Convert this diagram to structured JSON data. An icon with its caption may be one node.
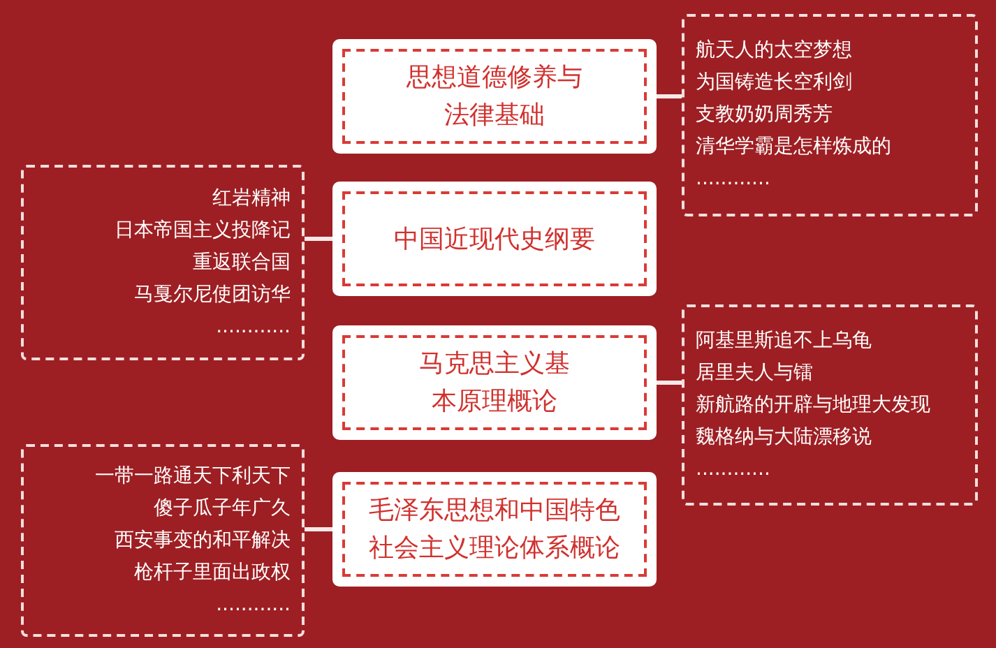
{
  "diagram": {
    "nodes": [
      {
        "text": [
          "思想道德修养与法律基础"
        ]
      },
      {
        "text": [
          "航天人的太空梦想",
          "为国铸造长空利剑",
          "支教奶奶周秀芳",
          "清华学霸是怎样炼成的",
          "............"
        ]
      },
      {
        "text": [
          "红岩精神",
          "日本帝国主义投降记",
          "重返联合国",
          "马戛尔尼使团访华",
          "............"
        ]
      },
      {
        "text": [
          "中国近现代史纲要"
        ]
      },
      {
        "text": [
          "马克思主义基本原理概论"
        ]
      },
      {
        "text": [
          "阿基里斯追不上乌龟",
          "居里夫人与镭",
          "新航路的开辟与地理大发现",
          "魏格纳与大陆漂移说",
          "............"
        ]
      },
      {
        "text": [
          "一带一路通天下利天下",
          "傻子瓜子年广久",
          "西安事变的和平解决",
          "枪杆子里面出政权",
          "............"
        ]
      },
      {
        "text": [
          "毛泽东思想和中国特色社会主义理论体系概论"
        ]
      }
    ],
    "edges": [
      {
        "from": 0,
        "to": 1,
        "arrow": "none"
      },
      {
        "from": 2,
        "to": 3,
        "arrow": "none"
      },
      {
        "from": 4,
        "to": 5,
        "arrow": "none"
      },
      {
        "from": 6,
        "to": 7,
        "arrow": "none"
      }
    ]
  }
}
